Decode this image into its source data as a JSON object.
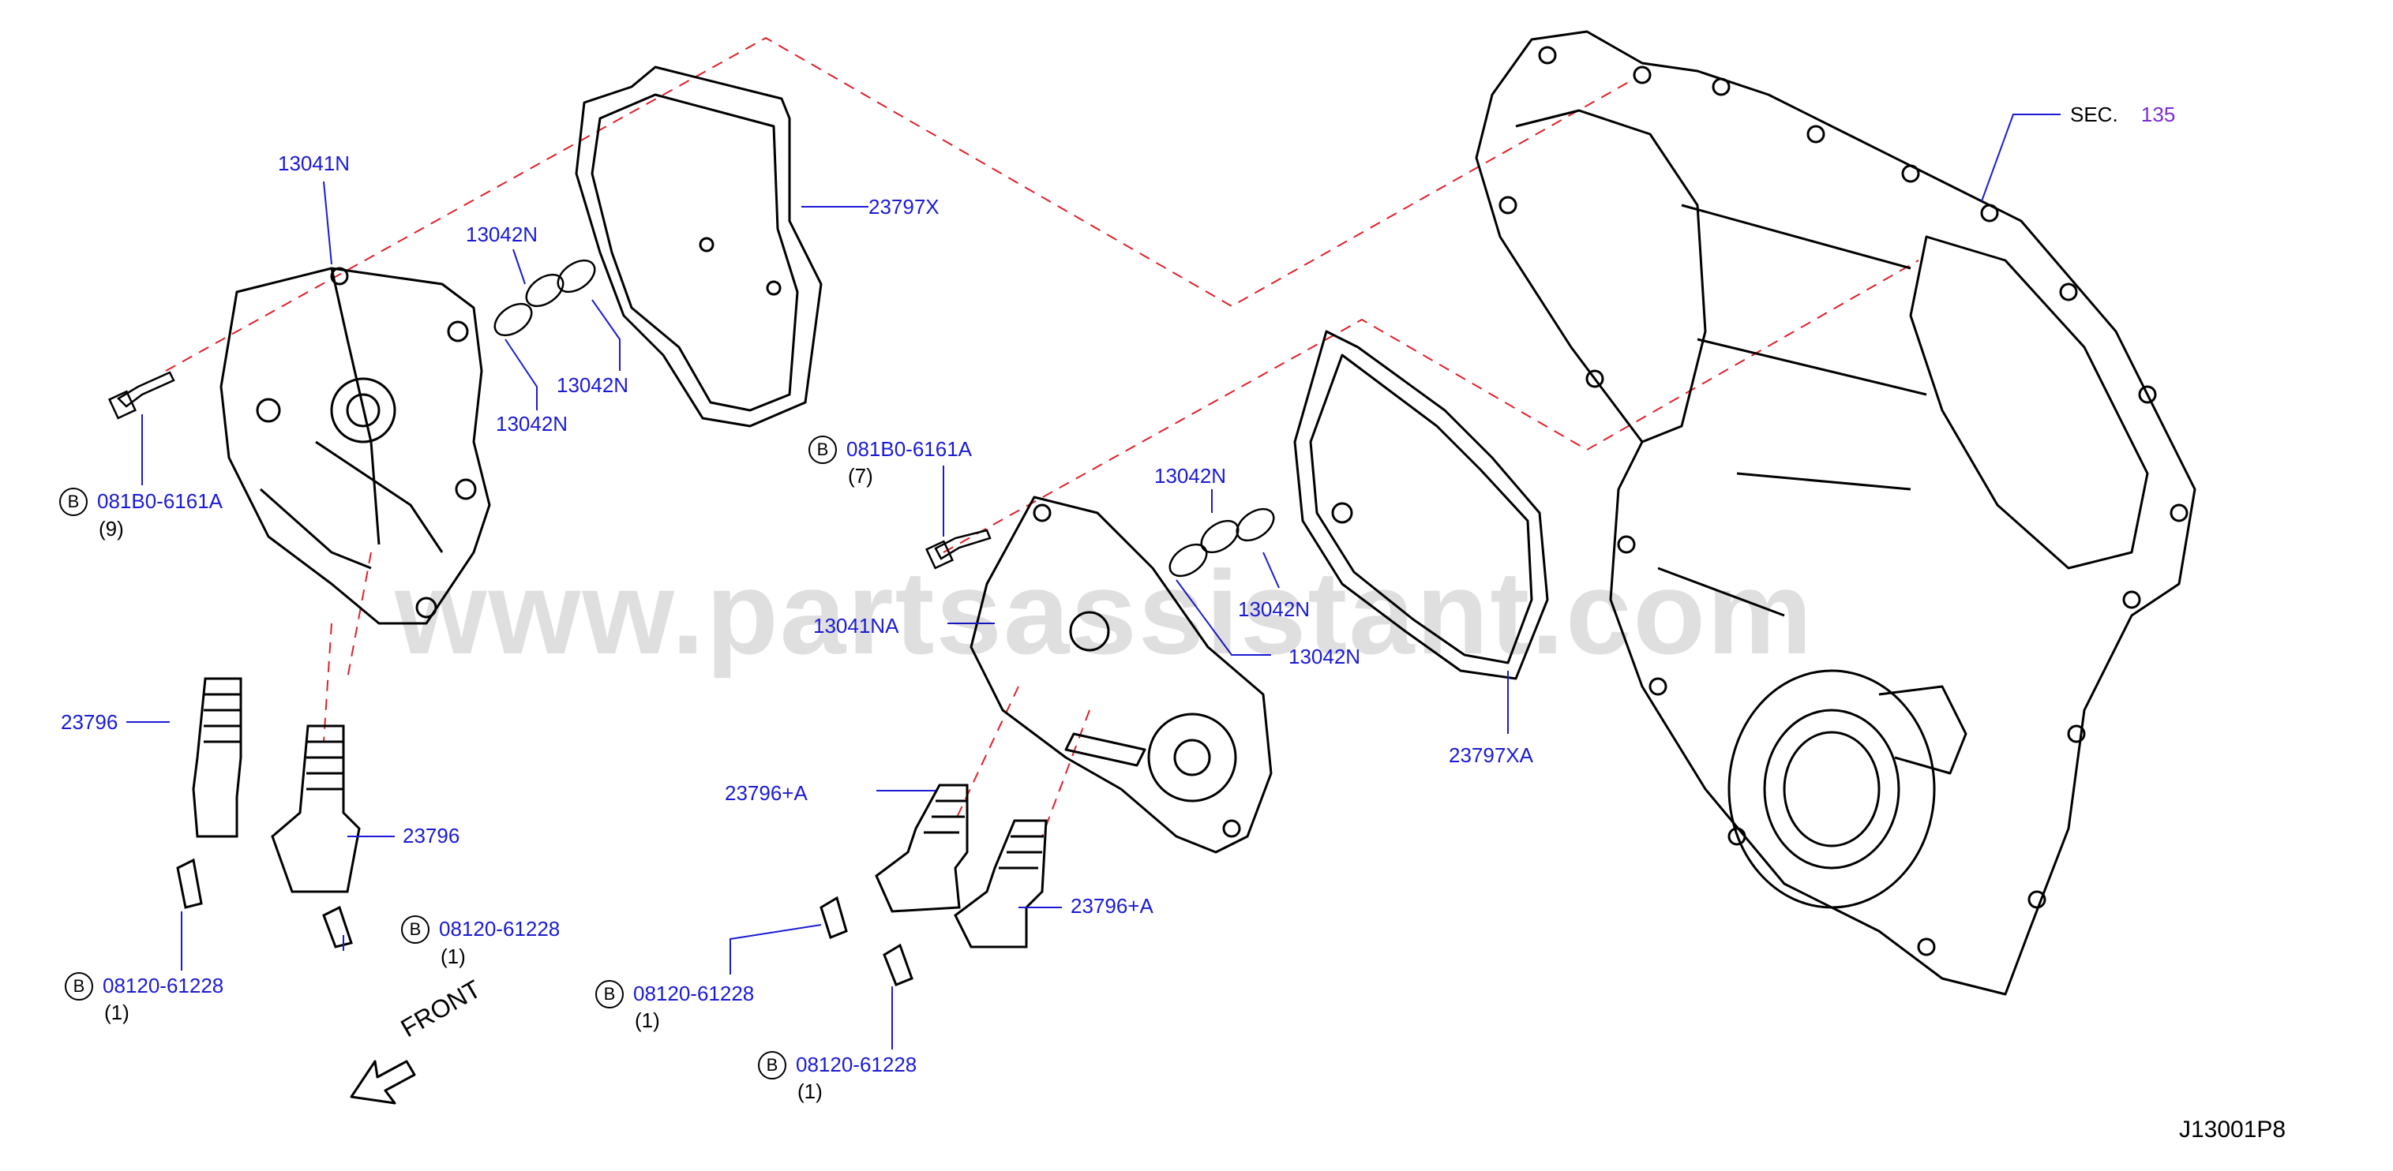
{
  "watermark": "www.partsassistant.com",
  "front_label": "FRONT",
  "diagram_code": "J13001P8",
  "section_ref": {
    "prefix": "SEC.",
    "number": "135"
  },
  "bolt_marker": "B",
  "parts": {
    "cover_left": "13041N",
    "cover_right": "13041NA",
    "gasket_left": "23797X",
    "gasket_right": "23797XA",
    "oring_1": "13042N",
    "oring_2": "13042N",
    "oring_3": "13042N",
    "oring_4": "13042N",
    "oring_5": "13042N",
    "oring_6": "13042N",
    "valve_1": "23796",
    "valve_2": "23796",
    "valve_3": "23796+A",
    "valve_4": "23796+A",
    "bolt_1": "081B0-6161A",
    "bolt_2": "081B0-6161A",
    "bolt_3": "08120-61228",
    "bolt_4": "08120-61228",
    "bolt_5": "08120-61228",
    "bolt_6": "08120-61228"
  },
  "quantities": {
    "bolt_1": "(9)",
    "bolt_2": "(7)",
    "bolt_3": "(1)",
    "bolt_4": "(1)",
    "bolt_5": "(1)",
    "bolt_6": "(1)"
  },
  "colors": {
    "label": "#1a1ad6",
    "leader": "#1a1ad6",
    "dashed_line": "#e0202a",
    "line_art": "#000000",
    "section_number": "#7a2bd6"
  }
}
